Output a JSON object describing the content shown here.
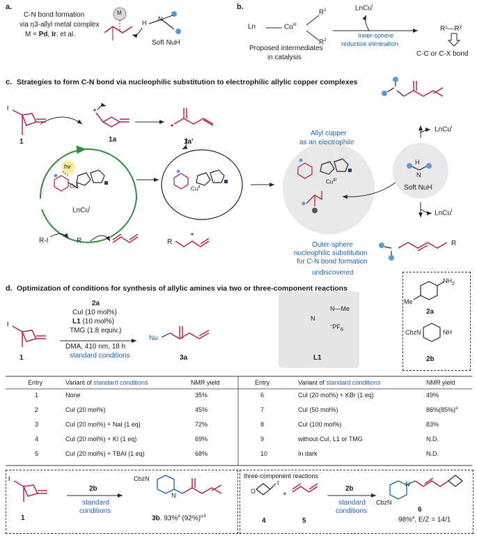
{
  "panel_a": {
    "label": "a.",
    "line1": "C-N bond formation",
    "line2": "via η3-allyl metal complex",
    "line3_prefix": "M = ",
    "m1": "Pd",
    "sep": ", ",
    "m2": "Ir",
    "line3_suffix": ", et al.",
    "metal": "M",
    "nuh_label": "Soft NuH",
    "atom_h": "H",
    "atom_n": "N"
  },
  "panel_b": {
    "label": "b.",
    "ln": "Ln",
    "cu": "Cu",
    "cu_ox": "III",
    "r1": "R",
    "r1_sup": "1",
    "r2": "R",
    "r2_sup": "2",
    "caption1": "Proposed intermediates",
    "caption2": "in catalysis",
    "lncu": "LnCu",
    "lncu_sup": "I",
    "arrow1": "Inner-sphere",
    "arrow2": "reductive elimination",
    "product": "R¹—R²",
    "bond": "C-C or C-X bond"
  },
  "panel_c": {
    "label": "c.",
    "title": "Strategies to form C-N bond via nucleophilic substitution to electrophilic allylic copper complexes",
    "cmp1": "1",
    "cmp1a": "1a",
    "cmp1a_prime": "1a'",
    "hv": "hv",
    "lncu": "LnCu",
    "lncu_sup": "I",
    "cu": "Cu",
    "cu_sup": "I",
    "cu2_sup": "II",
    "cu3_sup": "III",
    "n": "N",
    "ri": "R-I",
    "r_rad": "R",
    "r_label": "R",
    "allyl_title1": "Allyl copper",
    "allyl_title2": "as an electrophile",
    "soft_nuh": "Soft NuH",
    "nh_h": "H",
    "outer1": "Outer-sphere",
    "outer2": "nucleophilic substitution",
    "outer3": "for C-N bond formation",
    "undiscovered": "undiscovered",
    "lncu_out1": "LnCu",
    "lncu_out2": "LnCu",
    "out_sup": "I",
    "r_prod": "R"
  },
  "panel_d": {
    "label": "d.",
    "title": "Optimization of conditions for synthesis of allylic amines via two or three-component reactions",
    "cond_reagent": "2a",
    "cond1": "CuI (10 mol%)",
    "cond2_bold": "L1",
    "cond2_rest": " (10 mol%)",
    "cond3": "TMG (1.8 equiv.)",
    "cond4": "DMA, 410 nm, 18 h",
    "cond5": "standard conditions",
    "nu": "Nu",
    "cmp1": "1",
    "cmp3a": "3a",
    "l1": "L1",
    "l1_me": "N—Me",
    "l1_pf6": "PF",
    "l1_pf6_sub": "6",
    "l1_minus": "–",
    "l1_n": "N",
    "cmp2a": "2a",
    "cmp2a_nh2": "NH",
    "cmp2a_nh2_sub": "2",
    "cmp2a_me": "Me",
    "cmp2b": "2b",
    "cbzn": "CbzN",
    "nh": "NH",
    "table": {
      "headers": [
        "Entry",
        "Variant of ",
        "standard conditions",
        "NMR yield"
      ],
      "rows_left": [
        [
          "1",
          "None",
          "35%"
        ],
        [
          "2",
          "CuI (20 mol%)",
          "45%"
        ],
        [
          "3",
          "CuI (20 mol%) + NaI (1 eq)",
          "72%"
        ],
        [
          "4",
          "CuI (20 mol%) + KI (1 eq)",
          "69%"
        ],
        [
          "5",
          "CuI (20 mol%) + TBAI (1 eq)",
          "68%"
        ]
      ],
      "rows_right": [
        [
          "6",
          "CuI (20 mol%) + KBr (1 eq)",
          "49%"
        ],
        [
          "7",
          "CuI (50 mol%)",
          "86%(85%)",
          "a"
        ],
        [
          "8",
          "CuI (100 mol%)",
          "83%"
        ],
        [
          "9",
          "without CuI, L1 or TMG",
          "N.D."
        ],
        [
          "10",
          "In dark",
          "N.D."
        ]
      ]
    },
    "bottom_left": {
      "cmp1": "1",
      "reagent": "2b",
      "cond1": "standard",
      "cond2": "conditions",
      "cbzn": "CbzN",
      "n": "N",
      "product_label": "3b",
      "yield_text": ". 93%",
      "yield_sup1": "a",
      "yield_text2": " (92%)",
      "yield_sup2": "a,b"
    },
    "bottom_right": {
      "title": "three-component reactions",
      "cmp4": "4",
      "cmp5": "5",
      "plus": "+",
      "o": "O",
      "i": "I",
      "reagent": "2b",
      "cond1": "standard",
      "cond2": "conditions",
      "cbzn": "CbzN",
      "n": "N",
      "product_label": "6",
      "yield": "98%",
      "yield_sup": "a",
      "ez": ", E/Z = 14/1"
    }
  },
  "colors": {
    "crimson": "#b2234b",
    "blue_text": "#1f5fa8",
    "atom_blue": "#5b9bd5",
    "green_cycle": "#2e8b3a",
    "gray_circle": "#e8e8e8",
    "gray_box": "#e6e6e6",
    "hv_yellow": "#f7eea0"
  }
}
